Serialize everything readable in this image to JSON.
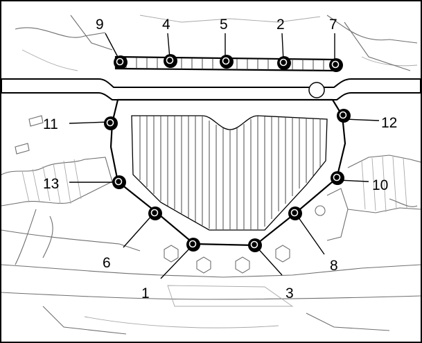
{
  "callouts": [
    {
      "label": "9"
    },
    {
      "label": "4"
    },
    {
      "label": "5"
    },
    {
      "label": "2"
    },
    {
      "label": "7"
    },
    {
      "label": "11"
    },
    {
      "label": "12"
    },
    {
      "label": "13"
    },
    {
      "label": "10"
    },
    {
      "label": "6"
    },
    {
      "label": "8"
    },
    {
      "label": "1"
    },
    {
      "label": "3"
    }
  ]
}
